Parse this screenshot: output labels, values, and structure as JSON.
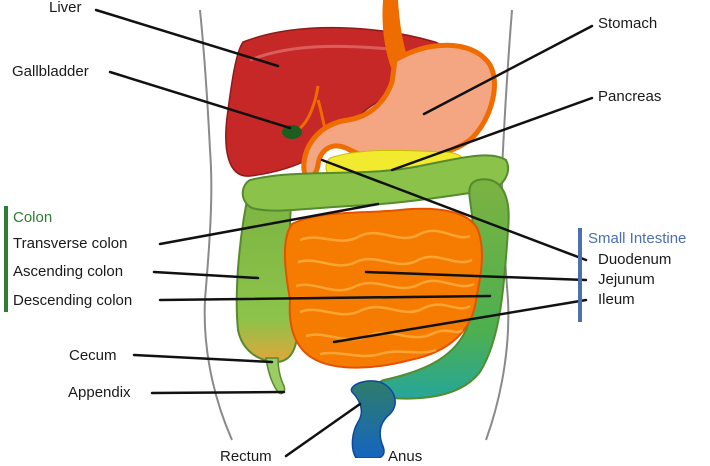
{
  "labels": {
    "liver": "Liver",
    "gallbladder": "Gallbladder",
    "stomach": "Stomach",
    "pancreas": "Pancreas",
    "transverse_colon": "Transverse colon",
    "ascending_colon": "Ascending colon",
    "descending_colon": "Descending colon",
    "cecum": "Cecum",
    "appendix": "Appendix",
    "rectum": "Rectum",
    "anus": "Anus",
    "duodenum": "Duodenum",
    "jejunum": "Jejunum",
    "ileum": "Ileum"
  },
  "groups": {
    "colon": {
      "title": "Colon",
      "color": "#2e7d32"
    },
    "small_intestine": {
      "title": "Small Intestine",
      "color": "#4a6fb5"
    }
  },
  "colors": {
    "liver": "#c62828",
    "gallbladder": "#1b5e20",
    "stomach": "#ef6c00",
    "pancreas": "#ffeb3b",
    "small_intestine": "#f57c00",
    "large_intestine": "#7cb342",
    "rectum": "#1565c0",
    "body_outline": "#8a8a8a",
    "leader_line": "#111111"
  }
}
